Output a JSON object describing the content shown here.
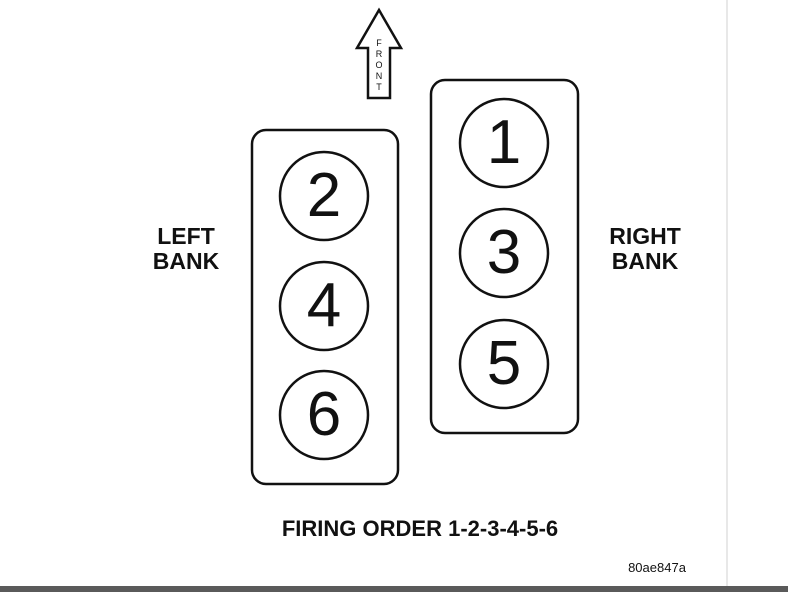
{
  "diagram": {
    "front_arrow": {
      "letters": [
        "F",
        "R",
        "O",
        "N",
        "T"
      ]
    },
    "left_bank": {
      "label_line1": "LEFT",
      "label_line2": "BANK",
      "cylinders": [
        "2",
        "4",
        "6"
      ]
    },
    "right_bank": {
      "label_line1": "RIGHT",
      "label_line2": "BANK",
      "cylinders": [
        "1",
        "3",
        "5"
      ]
    },
    "firing_order": "FIRING ORDER 1-2-3-4-5-6",
    "figure_code": "80ae847a"
  }
}
